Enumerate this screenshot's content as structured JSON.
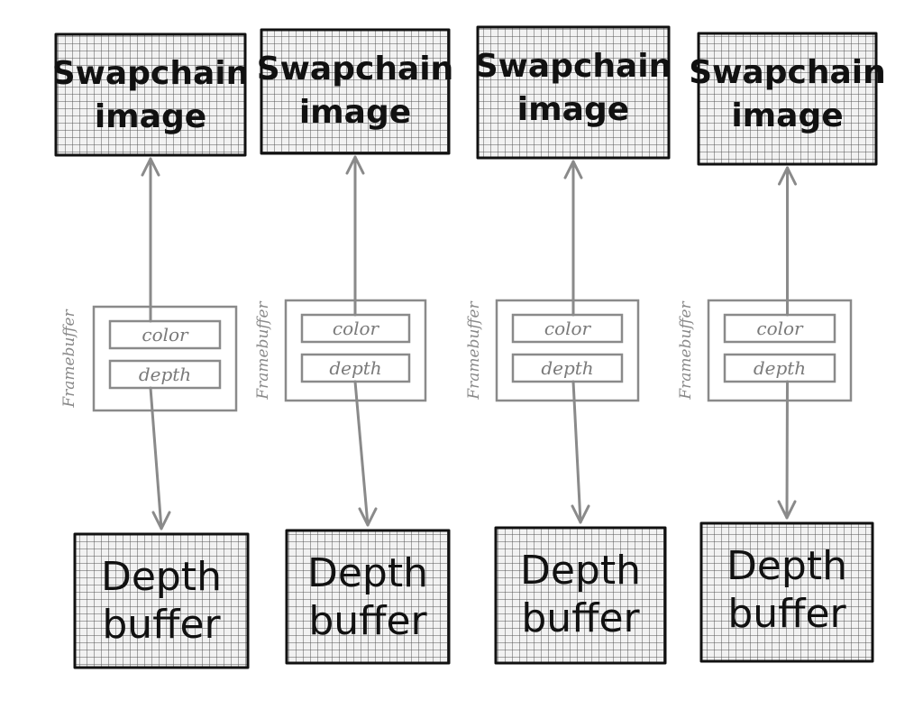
{
  "colors": {
    "box_ink": "#111111",
    "grid_line": "#555555",
    "box_fill": "#f2f2f2",
    "arrow": "#8a8a8a",
    "framebuffer_text": "#7a7a7a"
  },
  "columns": [
    {
      "swapchain": {
        "line1": "Swapchain",
        "line2": "image"
      },
      "framebuffer": {
        "label": "Framebuffer",
        "color_slot": "color",
        "depth_slot": "depth"
      },
      "depth": {
        "line1": "Depth",
        "line2": "buffer"
      }
    },
    {
      "swapchain": {
        "line1": "Swapchain",
        "line2": "image"
      },
      "framebuffer": {
        "label": "Framebuffer",
        "color_slot": "color",
        "depth_slot": "depth"
      },
      "depth": {
        "line1": "Depth",
        "line2": "buffer"
      }
    },
    {
      "swapchain": {
        "line1": "Swapchain",
        "line2": "image"
      },
      "framebuffer": {
        "label": "Framebuffer",
        "color_slot": "color",
        "depth_slot": "depth"
      },
      "depth": {
        "line1": "Depth",
        "line2": "buffer"
      }
    },
    {
      "swapchain": {
        "line1": "Swapchain",
        "line2": "image"
      },
      "framebuffer": {
        "label": "Framebuffer",
        "color_slot": "color",
        "depth_slot": "depth"
      },
      "depth": {
        "line1": "Depth",
        "line2": "buffer"
      }
    }
  ]
}
